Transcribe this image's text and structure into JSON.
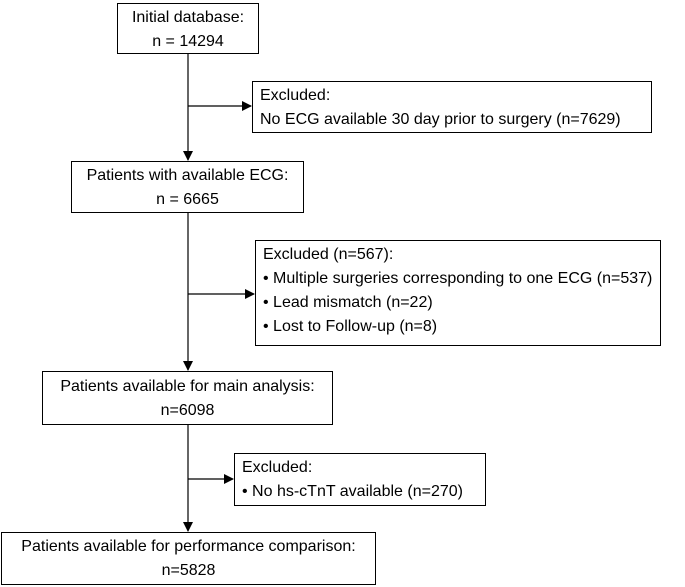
{
  "flow": {
    "boxes": [
      {
        "id": "initial",
        "lines": [
          "Initial database:",
          "n = 14294"
        ]
      },
      {
        "id": "ecg",
        "lines": [
          "Patients with available ECG:",
          "n = 6665"
        ]
      },
      {
        "id": "main",
        "lines": [
          "Patients available for main analysis:",
          "n=6098"
        ]
      },
      {
        "id": "perf",
        "lines": [
          "Patients available for performance comparison:",
          "n=5828"
        ]
      }
    ],
    "exclusions": [
      {
        "id": "excl1",
        "lines": [
          "Excluded:",
          "No ECG available 30 day prior to surgery (n=7629)"
        ]
      },
      {
        "id": "excl2",
        "lines": [
          "Excluded (n=567):",
          "• Multiple surgeries corresponding to one ECG (n=537)",
          "• Lead mismatch (n=22)",
          "• Lost to Follow-up (n=8)"
        ]
      },
      {
        "id": "excl3",
        "lines": [
          "Excluded:",
          "• No hs-cTnT available (n=270)"
        ]
      }
    ]
  }
}
